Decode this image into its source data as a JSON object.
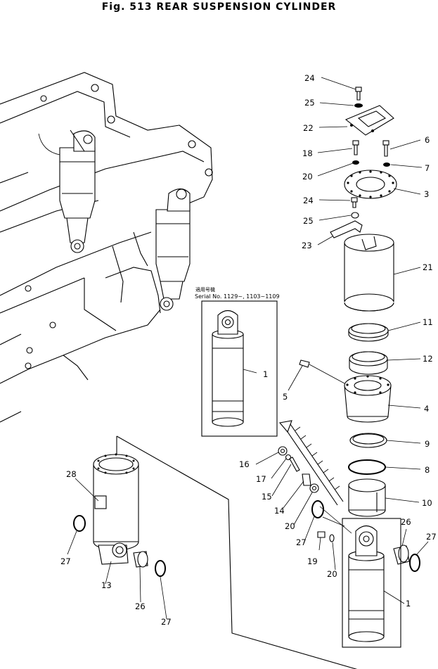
{
  "figure": {
    "title": "Fig. 513   REAR SUSPENSION CYLINDER",
    "serial_note_cn": "適用号機",
    "serial_note": "Serial No. 1129~, 1103~1109"
  },
  "callouts": {
    "c1a": "1",
    "c1b": "1",
    "c3": "3",
    "c4": "4",
    "c5": "5",
    "c6": "6",
    "c7": "7",
    "c8": "8",
    "c9": "9",
    "c10": "10",
    "c11": "11",
    "c12": "12",
    "c13": "13",
    "c14": "14",
    "c15": "15",
    "c16": "16",
    "c17": "17",
    "c18": "18",
    "c19": "19",
    "c20a": "20",
    "c20b": "20",
    "c20c": "20",
    "c21": "21",
    "c22": "22",
    "c23": "23",
    "c24a": "24",
    "c24b": "24",
    "c25a": "25",
    "c25b": "25",
    "c26a": "26",
    "c26b": "26",
    "c27a": "27",
    "c27b": "27",
    "c27c": "27",
    "c27d": "27",
    "c28": "28"
  }
}
